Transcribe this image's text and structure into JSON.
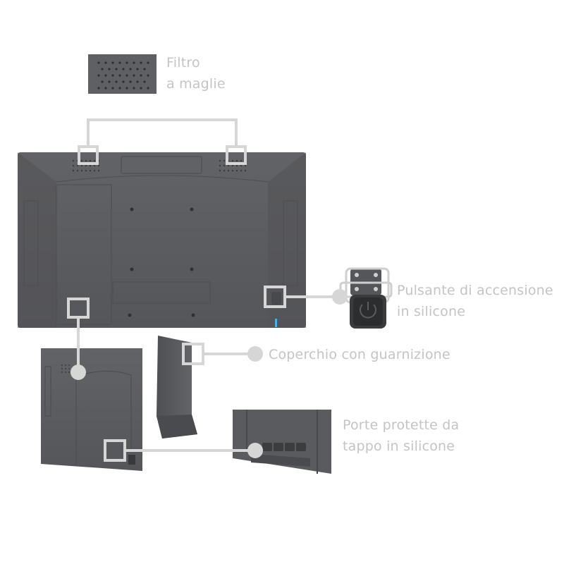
{
  "callouts": {
    "mesh_filter": {
      "line1": "Filtro",
      "line2": "a maglie"
    },
    "power_button": {
      "line1": "Pulsante di accensione",
      "line2": "in silicone"
    },
    "gasket_cover": {
      "line1": "Coperchio con guarnizione"
    },
    "ports": {
      "line1": "Porte protette da",
      "line2": "tappo in silicone"
    }
  },
  "colors": {
    "device_body": "#5c5d60",
    "callout_line": "#d6d6d6",
    "label_text": "#c4c4c4",
    "led": "#3fb6e6"
  }
}
